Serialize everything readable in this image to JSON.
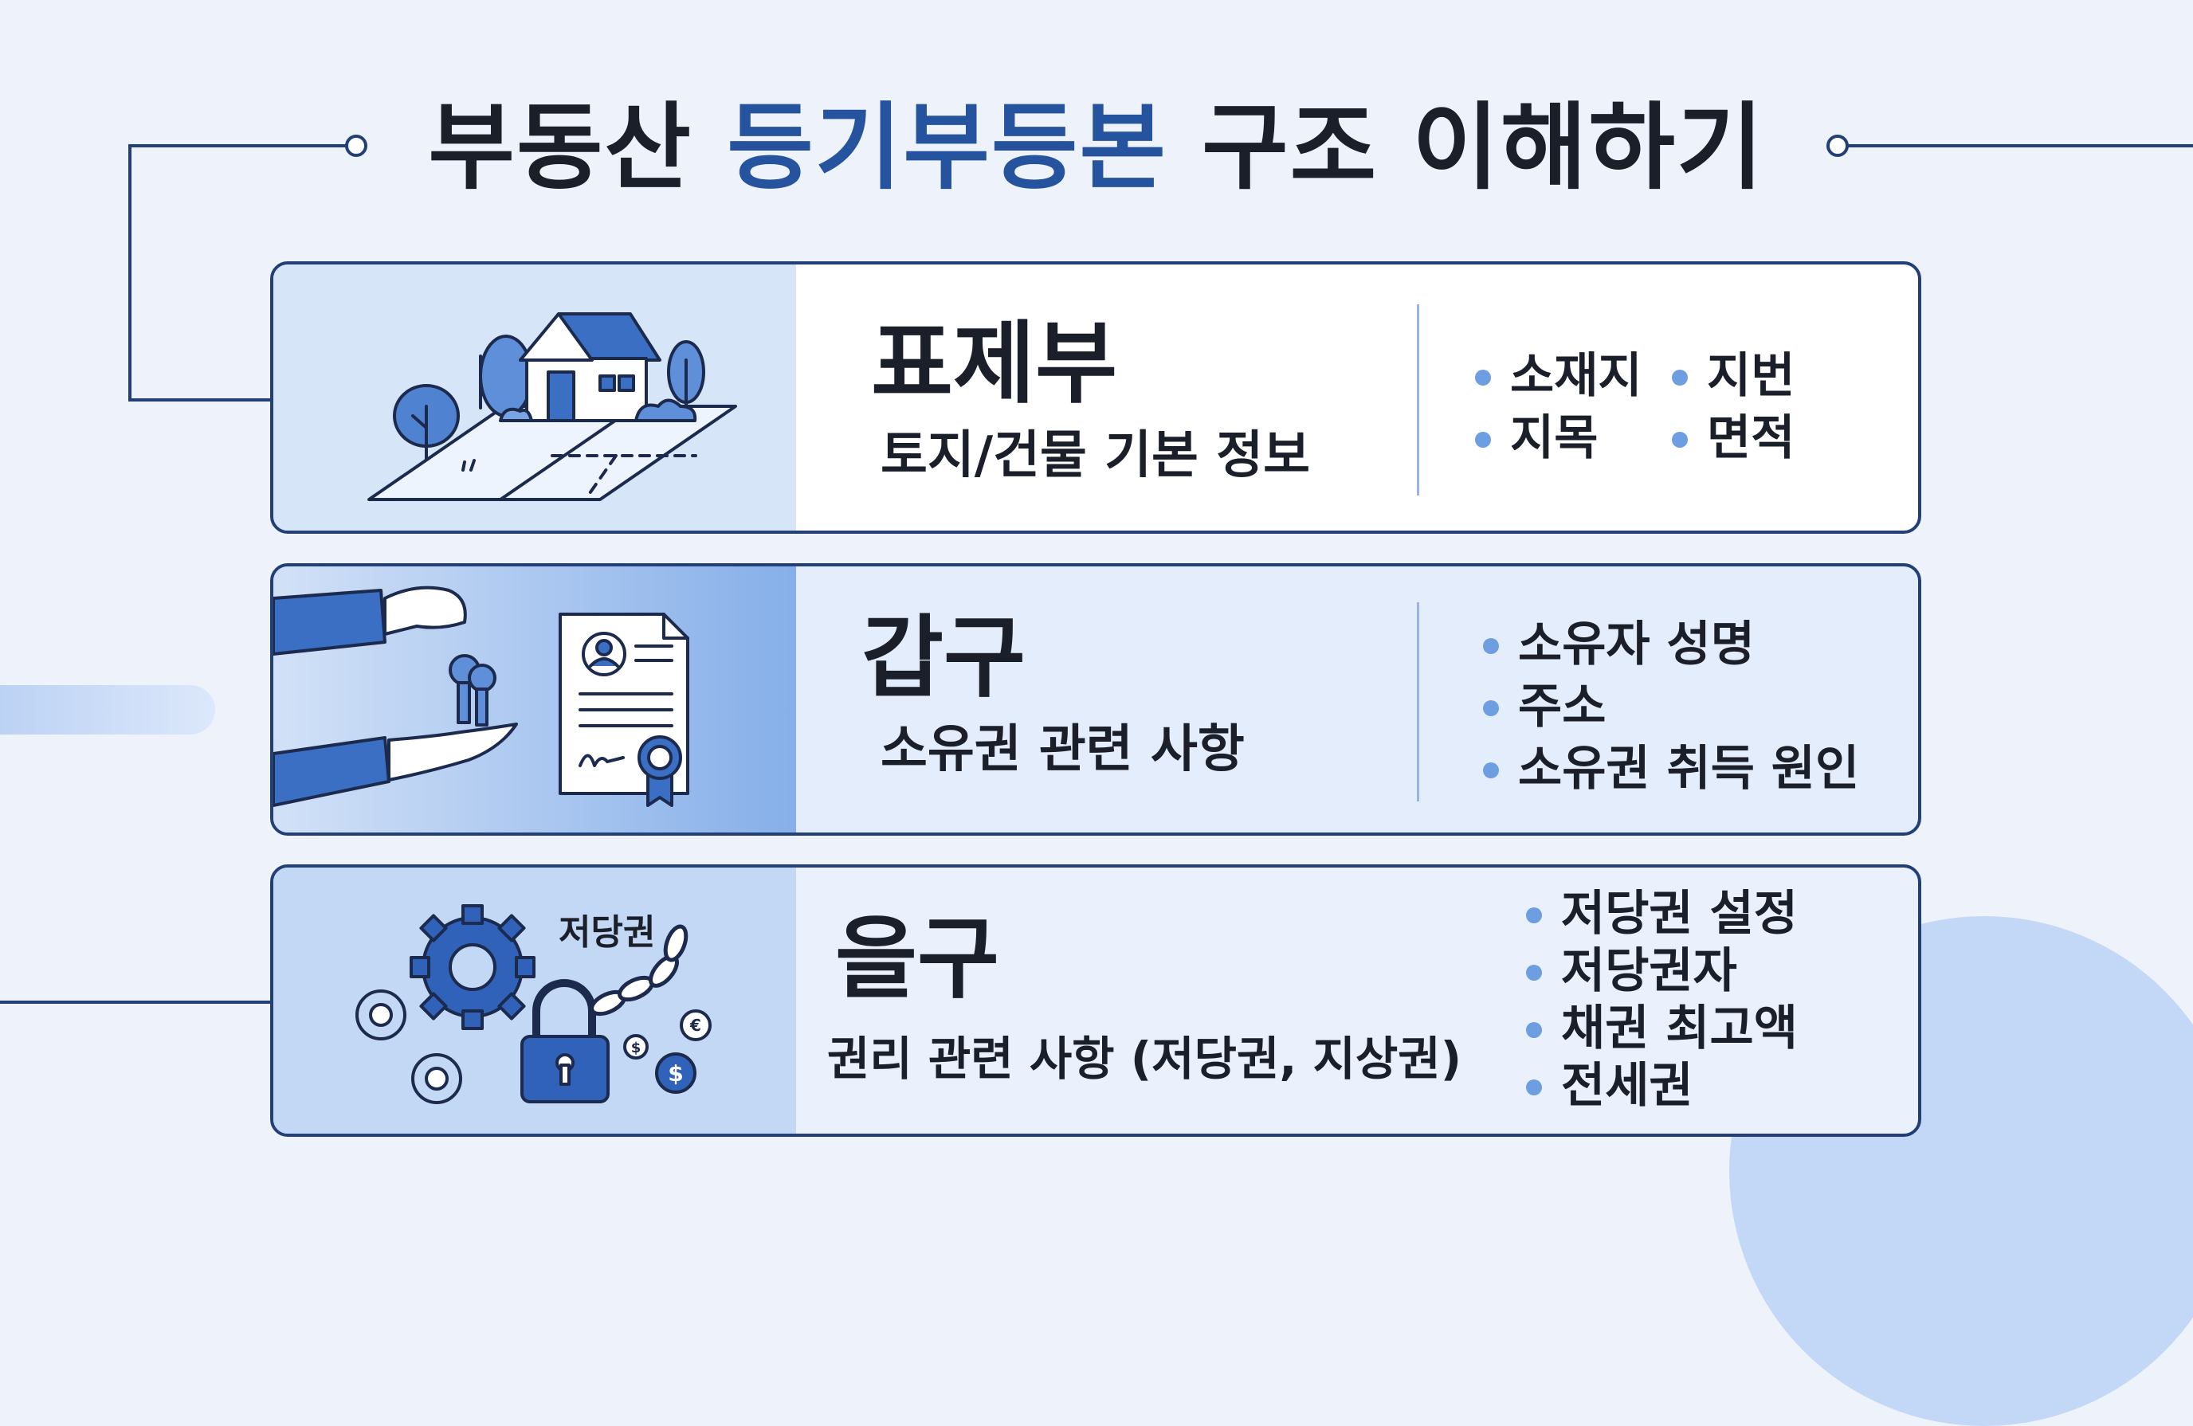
{
  "title": {
    "prefix": "부동산",
    "highlight": "등기부등본",
    "suffix": "구조 이해하기"
  },
  "colors": {
    "accent": "#25539e",
    "border": "#233f78",
    "bullet": "#6e9ee2",
    "background": "#eef3fb"
  },
  "sections": [
    {
      "name": "표제부",
      "subtitle": "토지/건물 기본 정보",
      "items": [
        "소재지",
        "지번",
        "지목",
        "면적"
      ],
      "icon": "house-on-land-icon"
    },
    {
      "name": "갑구",
      "subtitle": "소유권 관련 사항",
      "items": [
        "소유자 성명",
        "주소",
        "소유권 취득 원인"
      ],
      "icon": "key-handover-document-icon"
    },
    {
      "name": "을구",
      "subtitle": "권리 관련 사항 (저당권, 지상권)",
      "items": [
        "저당권 설정",
        "저당권자",
        "채권 최고액",
        "전세권"
      ],
      "icon": "gear-chain-lock-icon",
      "illustration_label": "저당권"
    }
  ]
}
